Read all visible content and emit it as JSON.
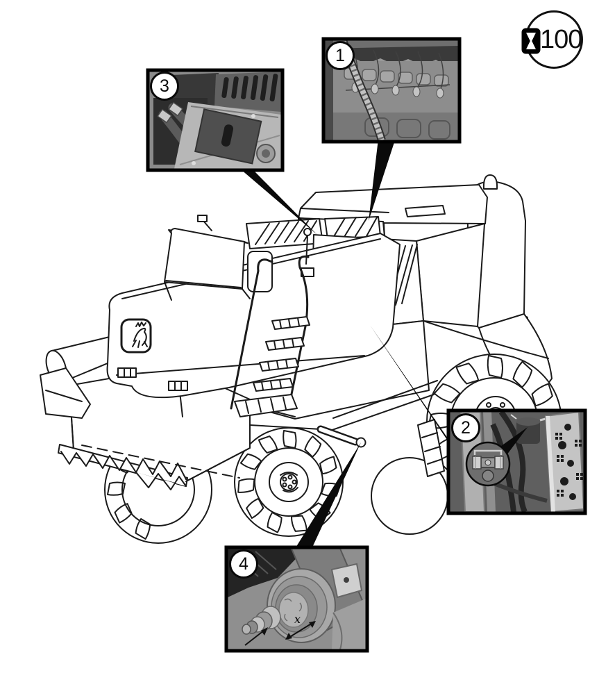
{
  "figure": {
    "interval_symbol": {
      "value": "100",
      "icon": "hourglass-icon"
    },
    "callouts": [
      {
        "label": "1"
      },
      {
        "label": "2"
      },
      {
        "label": "3"
      },
      {
        "label": "4",
        "dimension_label": "x"
      }
    ],
    "colors": {
      "background": "#ffffff",
      "line_art": "#1b1b1b",
      "callout_black": "#0a0a0a",
      "photo_gray": "#8f8f8f"
    }
  }
}
